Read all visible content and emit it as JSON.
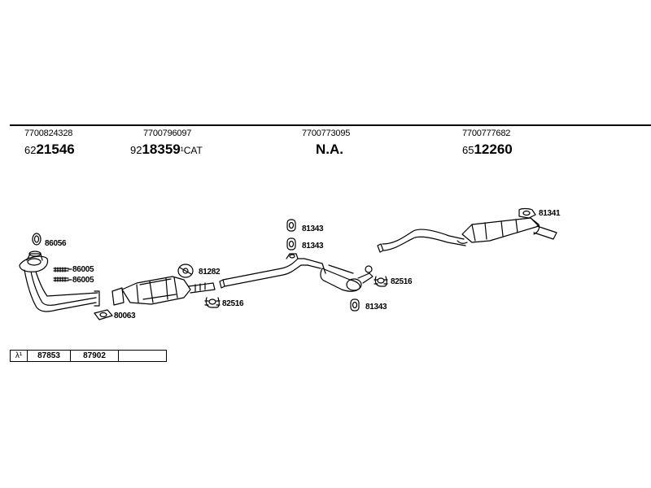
{
  "sections": [
    {
      "part_number": "7700824328",
      "ref_prefix": "62",
      "ref_main": "21546",
      "ref_suffix": ""
    },
    {
      "part_number": "7700796097",
      "ref_prefix": "92",
      "ref_main": "18359",
      "ref_suffix": "¹CAT"
    },
    {
      "part_number": "7700773095",
      "ref_prefix": "",
      "ref_main": "N.A.",
      "ref_suffix": ""
    },
    {
      "part_number": "7700777682",
      "ref_prefix": "65",
      "ref_main": "12260",
      "ref_suffix": ""
    }
  ],
  "callouts": {
    "c86056": "86056",
    "c86005a": "86005",
    "c86005b": "86005",
    "c80063": "80063",
    "c81282": "81282",
    "c82516a": "82516",
    "c81343a": "81343",
    "c81343b": "81343",
    "c81343c": "81343",
    "c82516b": "82516",
    "c81341": "81341"
  },
  "legend": {
    "lambda": "λ¹",
    "cells": [
      "87853",
      "87902",
      ""
    ]
  }
}
